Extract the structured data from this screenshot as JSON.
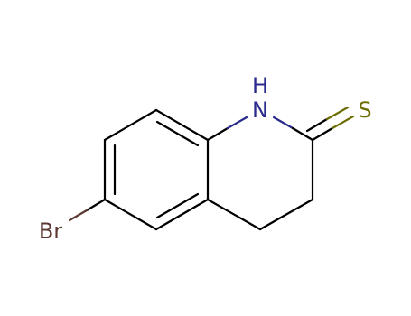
{
  "molecule": {
    "atoms": {
      "bromine": {
        "label": "Br",
        "color": "#5c3a33"
      },
      "nitrogen": {
        "label": "N",
        "color": "#2a2a8c"
      },
      "hydrogen": {
        "label": "H",
        "color": "#2a2a8c"
      },
      "sulfur": {
        "label": "S",
        "color": "#6b6b00"
      }
    },
    "colors": {
      "bond": "#000000",
      "background": "#ffffff"
    }
  }
}
